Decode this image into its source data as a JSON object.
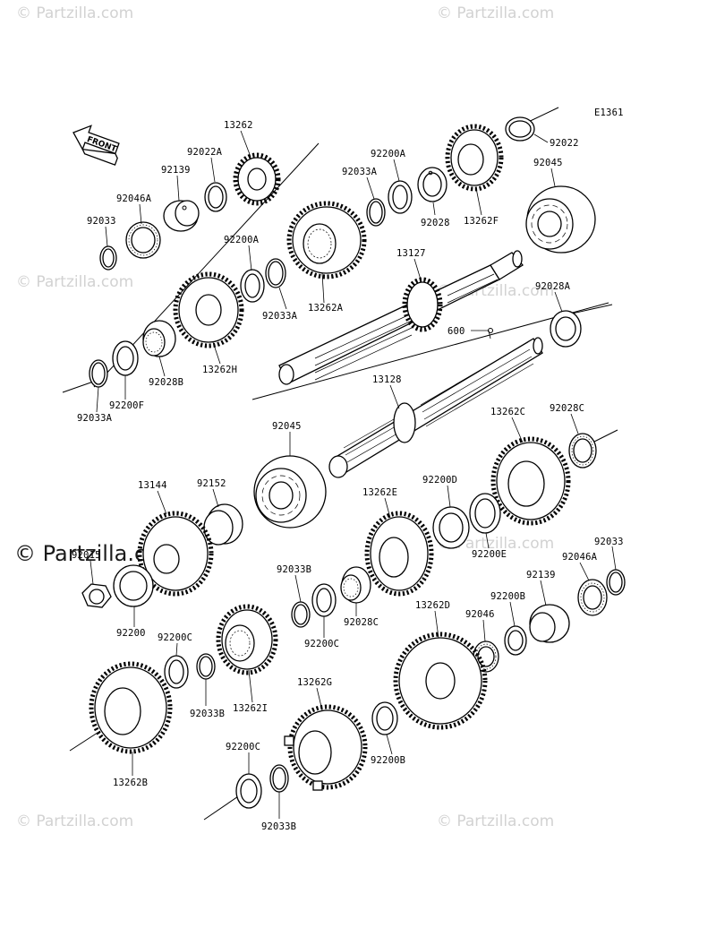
{
  "diagram_code": "E1361",
  "front_label": "FRONT",
  "watermark": "© Partzilla.com",
  "icons": {
    "front_arrow": "front-arrow-icon",
    "copyright": "copyright-icon"
  },
  "parts": [
    {
      "id": "p1",
      "label": "13262"
    },
    {
      "id": "p2",
      "label": "92022A"
    },
    {
      "id": "p3",
      "label": "92139"
    },
    {
      "id": "p4",
      "label": "92046A"
    },
    {
      "id": "p5",
      "label": "92033"
    },
    {
      "id": "p6",
      "label": "92200A"
    },
    {
      "id": "p7",
      "label": "92033A"
    },
    {
      "id": "p8",
      "label": "92200A"
    },
    {
      "id": "p9",
      "label": "92033A"
    },
    {
      "id": "p10",
      "label": "13262A"
    },
    {
      "id": "p11",
      "label": "92028"
    },
    {
      "id": "p12",
      "label": "13262F"
    },
    {
      "id": "p13",
      "label": "92022"
    },
    {
      "id": "p14",
      "label": "92045"
    },
    {
      "id": "p15",
      "label": "13127"
    },
    {
      "id": "p16",
      "label": "92028A"
    },
    {
      "id": "p17",
      "label": "600"
    },
    {
      "id": "p18",
      "label": "13262H"
    },
    {
      "id": "p19",
      "label": "92028B"
    },
    {
      "id": "p20",
      "label": "92200F"
    },
    {
      "id": "p21",
      "label": "92033A"
    },
    {
      "id": "p22",
      "label": "13128"
    },
    {
      "id": "p23",
      "label": "92045"
    },
    {
      "id": "p24",
      "label": "13262C"
    },
    {
      "id": "p25",
      "label": "92028C"
    },
    {
      "id": "p26",
      "label": "92152"
    },
    {
      "id": "p27",
      "label": "13144"
    },
    {
      "id": "p28",
      "label": "92015"
    },
    {
      "id": "p29",
      "label": "92200"
    },
    {
      "id": "p30",
      "label": "13262E"
    },
    {
      "id": "p31",
      "label": "92200D"
    },
    {
      "id": "p32",
      "label": "92200E"
    },
    {
      "id": "p33",
      "label": "92033"
    },
    {
      "id": "p34",
      "label": "92046A"
    },
    {
      "id": "p35",
      "label": "92139"
    },
    {
      "id": "p36",
      "label": "92033B"
    },
    {
      "id": "p37",
      "label": "92200C"
    },
    {
      "id": "p38",
      "label": "92028C"
    },
    {
      "id": "p39",
      "label": "92200B"
    },
    {
      "id": "p40",
      "label": "92046"
    },
    {
      "id": "p41",
      "label": "13262D"
    },
    {
      "id": "p42",
      "label": "92200C"
    },
    {
      "id": "p43",
      "label": "92033B"
    },
    {
      "id": "p44",
      "label": "13262I"
    },
    {
      "id": "p45",
      "label": "13262B"
    },
    {
      "id": "p46",
      "label": "13262G"
    },
    {
      "id": "p47",
      "label": "92200C"
    },
    {
      "id": "p48",
      "label": "92033B"
    },
    {
      "id": "p49",
      "label": "92200B"
    }
  ]
}
